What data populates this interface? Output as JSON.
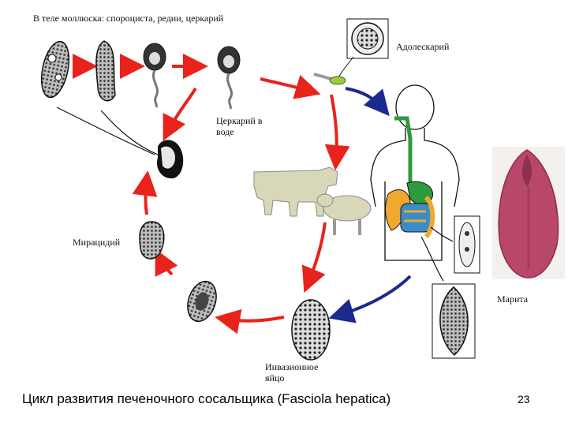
{
  "labels": {
    "mollusk_stages": "В теле моллюска: спороциста, редии, церкарий",
    "adolescaria": "Адолескарий",
    "cercaria_water": [
      "Церкарий в",
      "воде"
    ],
    "miracidium": "Мирацидий",
    "marita": "Марита",
    "invasive_egg": [
      "Инвазионное",
      "яйцо"
    ]
  },
  "caption": "Цикл развития печеночного сосальщика (Fasciola hepatica)",
  "page_number": "23",
  "colors": {
    "cycle_arrow": "#e8231c",
    "human_arrow": "#1b2a8c",
    "animal_fill": "#d8d8b8",
    "liver_fill": "#f0a830",
    "stomach_fill": "#2e9a3c",
    "intestine_fill": "#3a8ec8",
    "marita_fill": "#b8476a"
  }
}
